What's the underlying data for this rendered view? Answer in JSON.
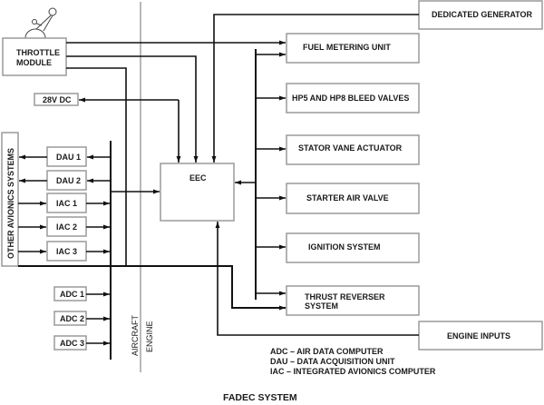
{
  "title": "FADEC  SYSTEM",
  "boxes": {
    "throttle_module": [
      "THROTTLE",
      "MODULE"
    ],
    "power_28v": "28V DC",
    "other_avionics": "OTHER AVIONICS SYSTEMS",
    "dau1": "DAU 1",
    "dau2": "DAU 2",
    "iac1": "IAC 1",
    "iac2": "IAC 2",
    "iac3": "IAC 3",
    "adc1": "ADC 1",
    "adc2": "ADC 2",
    "adc3": "ADC 3",
    "eec": "EEC",
    "dedicated_generator": "DEDICATED GENERATOR",
    "fuel_metering_unit": "FUEL METERING UNIT",
    "bleed_valves": "HP5 AND HP8 BLEED VALVES",
    "stator_vane_actuator": "STATOR VANE ACTUATOR",
    "starter_air_valve": "STARTER AIR VALVE",
    "ignition_system": "IGNITION SYSTEM",
    "thrust_reverser": [
      "THRUST REVERSER",
      "SYSTEM"
    ],
    "engine_inputs": "ENGINE INPUTS"
  },
  "divider_labels": {
    "aircraft": "AIRCRAFT",
    "engine": "ENGINE"
  },
  "legend": [
    "ADC – AIR DATA COMPUTER",
    "DAU – DATA ACQUISITION UNIT",
    "IAC – INTEGRATED AVIONICS COMPUTER"
  ],
  "icons": {
    "throttle_lever": "throttle-lever-icon"
  }
}
